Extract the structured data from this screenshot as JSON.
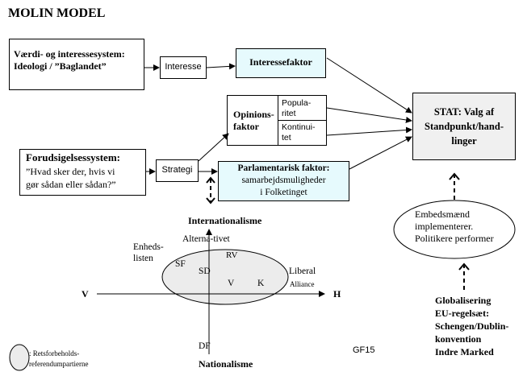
{
  "title": "MOLIN MODEL",
  "values_system": {
    "line1": "Værdi- og interessesystem:",
    "line2": "Ideologi /  ”Baglandet”"
  },
  "interesse": "Interesse",
  "interessefaktor": "Interessefaktor",
  "opinion": {
    "label1": "Opinions-",
    "label2": "faktor",
    "pop1": "Popula-",
    "pop2": "ritet",
    "kont1": "Kontinui-",
    "kont2": "tet"
  },
  "forudsigelse": {
    "line1": "Forudsigelsessystem:",
    "line2": "”Hvad sker der, hvis vi",
    "line3": "gør sådan eller  sådan?”"
  },
  "strategi": "Strategi",
  "parlamentarisk": {
    "line1": "Parlamentarisk faktor:",
    "line2": "samarbejdsmuligheder",
    "line3": "i Folketinget"
  },
  "stat": {
    "line1": "STAT:  Valg af",
    "line2": "Standpunkt/hand-",
    "line3": "linger"
  },
  "embeds": {
    "line1": "Embedsmænd",
    "line2": "implementerer.",
    "line3": "Politikere  performer"
  },
  "globalisering": [
    "Globalisering",
    "EU-regelsæt:",
    "Schengen/Dublin-",
    "konvention",
    "Indre Marked"
  ],
  "axes": {
    "top": "Internationalisme",
    "bottom": "Nationalisme",
    "left": "V",
    "right": "H"
  },
  "parties": {
    "enheds1": "Enheds-",
    "enheds2": "listen",
    "alternativet": "Alterna-tivet",
    "rv": "RV",
    "sf": "SF",
    "sd": "SD",
    "v": "V",
    "k": "K",
    "liberal": "Liberal",
    "alliance": "Alliance",
    "df": "DF"
  },
  "legend": {
    "line1": ": Retsforbeholds-",
    "line2": "referendumpartierne"
  },
  "code": "GF15"
}
